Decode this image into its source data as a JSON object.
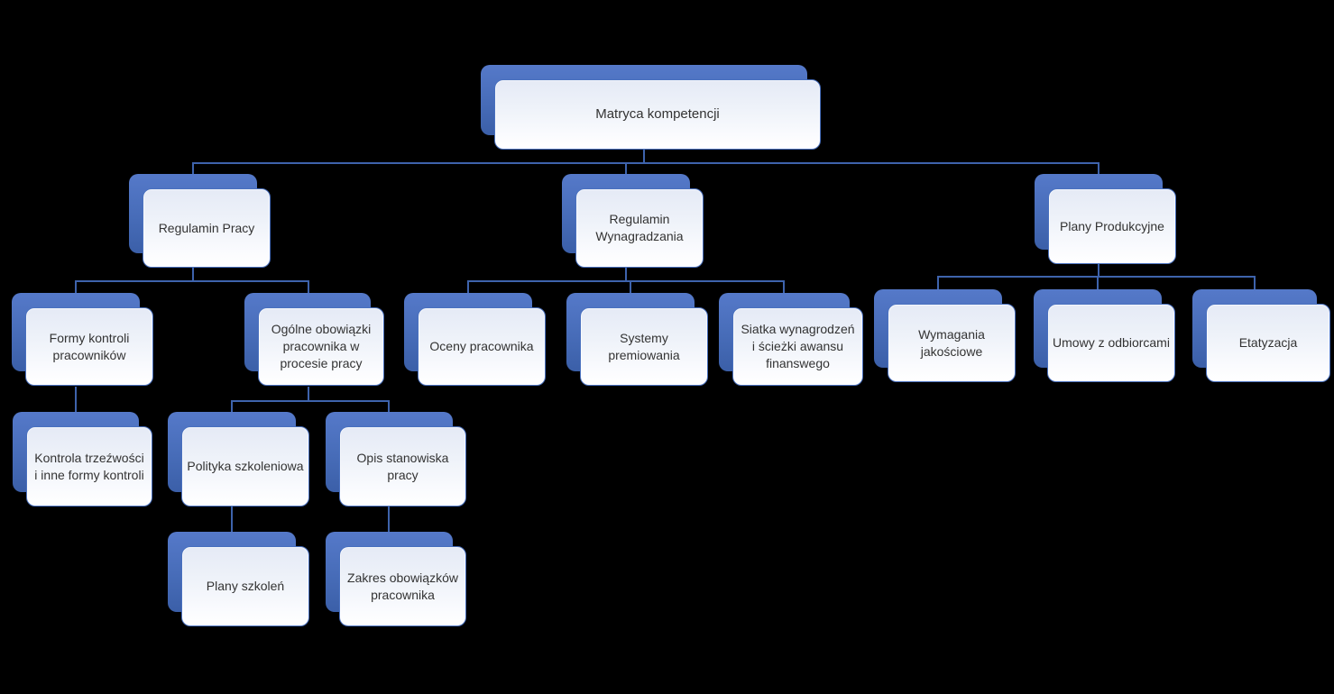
{
  "canvas": {
    "background": "#000000"
  },
  "style": {
    "node_shadow_blue_top": "#5579C9",
    "node_shadow_blue_bottom": "#3B5FA8",
    "node_face_top": "#E5EAF6",
    "node_face_bottom": "#FFFFFF",
    "node_border": "#4A71BF",
    "connector_color": "#3E63AC",
    "text_color": "#333333"
  },
  "nodes": {
    "matryca": {
      "label": "Matryca kompetencji"
    },
    "regulamin_pracy": {
      "label": "Regulamin Pracy"
    },
    "regulamin_wynagradzania": {
      "label": "Regulamin Wynagradzania"
    },
    "plany_produkcyjne": {
      "label": "Plany Produkcyjne"
    },
    "formy_kontroli": {
      "label": "Formy kontroli pracowników"
    },
    "ogolne_obowiazki": {
      "label": "Ogólne obowiązki pracownika w procesie pracy"
    },
    "oceny_pracownika": {
      "label": "Oceny pracownika"
    },
    "systemy_premiowania": {
      "label": "Systemy premiowania"
    },
    "siatka_wynagrodzen": {
      "label": "Siatka wynagrodzeń i ścieżki awansu finanswego"
    },
    "wymagania_jakosciowe": {
      "label": "Wymagania jakościowe"
    },
    "umowy_z_odbiorcami": {
      "label": "Umowy z odbiorcami"
    },
    "etatyzacja": {
      "label": "Etatyzacja"
    },
    "kontrola_trzezwosci": {
      "label": "Kontrola trzeźwości i inne formy kontroli"
    },
    "polityka_szkoleniowa": {
      "label": "Polityka szkoleniowa"
    },
    "opis_stanowiska": {
      "label": "Opis stanowiska pracy"
    },
    "plany_szkolen": {
      "label": "Plany szkoleń"
    },
    "zakres_obowiazkow": {
      "label": "Zakres obowiązków pracownika"
    }
  },
  "hierarchy": {
    "label": "Matryca kompetencji",
    "children": [
      {
        "label": "Regulamin Pracy",
        "children": [
          {
            "label": "Formy kontroli pracowników",
            "children": [
              {
                "label": "Kontrola trzeźwości i inne formy kontroli",
                "children": []
              }
            ]
          },
          {
            "label": "Ogólne obowiązki pracownika w procesie pracy",
            "children": [
              {
                "label": "Polityka szkoleniowa",
                "children": [
                  {
                    "label": "Plany szkoleń",
                    "children": []
                  }
                ]
              },
              {
                "label": "Opis stanowiska pracy",
                "children": [
                  {
                    "label": "Zakres obowiązków pracownika",
                    "children": []
                  }
                ]
              }
            ]
          }
        ]
      },
      {
        "label": "Regulamin Wynagradzania",
        "children": [
          {
            "label": "Oceny pracownika",
            "children": []
          },
          {
            "label": "Systemy premiowania",
            "children": []
          },
          {
            "label": "Siatka wynagrodzeń i ścieżki awansu finanswego",
            "children": []
          }
        ]
      },
      {
        "label": "Plany Produkcyjne",
        "children": [
          {
            "label": "Wymagania jakościowe",
            "children": []
          },
          {
            "label": "Umowy z odbiorcami",
            "children": []
          },
          {
            "label": "Etatyzacja",
            "children": []
          }
        ]
      }
    ]
  }
}
